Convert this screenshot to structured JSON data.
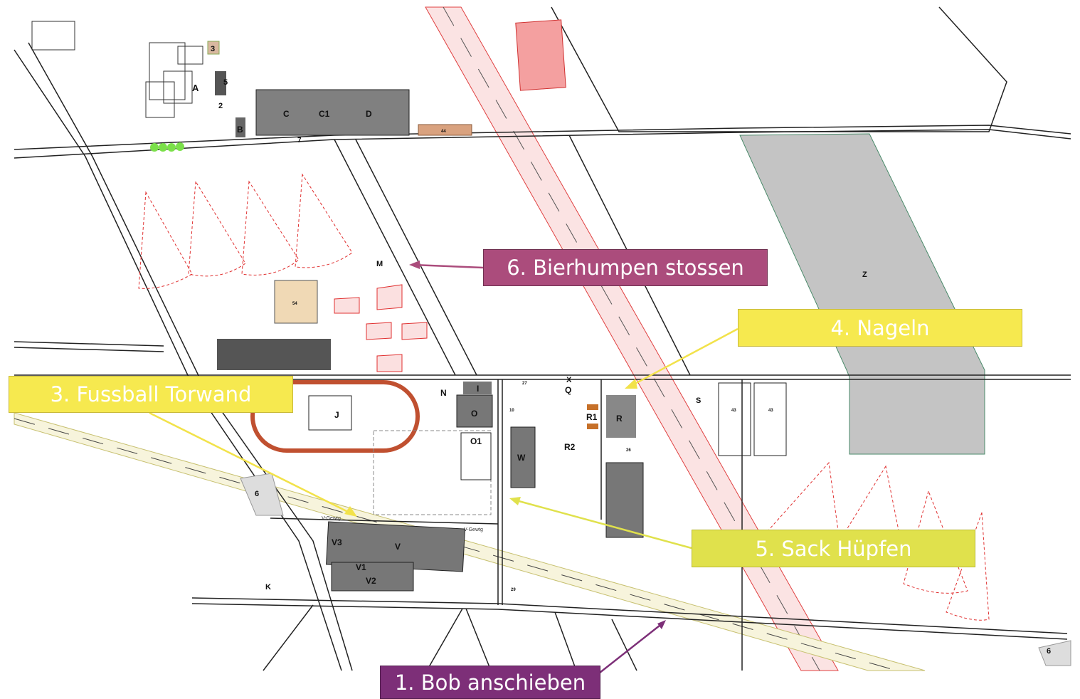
{
  "map": {
    "building_labels": {
      "A": "A",
      "B": "B",
      "C": "C",
      "C1": "C1",
      "D": "D",
      "n2": "2",
      "n3": "3",
      "n5": "5",
      "n7": "7",
      "n44": "44",
      "M": "M",
      "N": "N",
      "I": "I",
      "O": "O",
      "O1": "O1",
      "J": "J",
      "Q": "Q",
      "X": "X",
      "R": "R",
      "R1": "R1",
      "R2": "R2",
      "W": "W",
      "S": "S",
      "Z": "Z",
      "n43a": "43",
      "n43b": "43",
      "n6a": "6",
      "n6b": "6",
      "K": "K",
      "V": "V",
      "V1": "V1",
      "V2": "V2",
      "V3": "V3",
      "n54": "54",
      "n26": "26",
      "n27": "27",
      "n10": "10",
      "n29": "29"
    },
    "road_labels": {
      "v_gewtg_1": "V-Gewtg",
      "v_gewtg_2": "V-Gewtg"
    }
  },
  "callouts": [
    {
      "label": "6. Bierhumpen stossen",
      "color": "#ab4c7c"
    },
    {
      "label": "4. Nageln",
      "color": "#f6e94f"
    },
    {
      "label": "3. Fussball Torwand",
      "color": "#f6e94f"
    },
    {
      "label": "5. Sack Hüpfen",
      "color": "#e0e14c"
    },
    {
      "label": "1. Bob anschieben",
      "color": "#7d2f78"
    }
  ]
}
